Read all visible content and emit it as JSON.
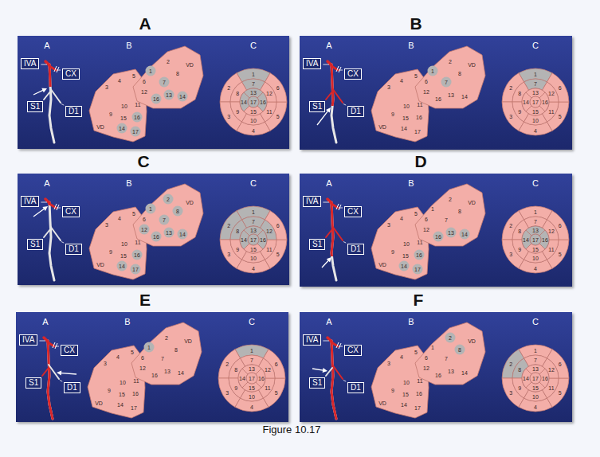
{
  "diagram": {
    "caption": "Figure 10.17",
    "nodes": [
      {
        "text": [
          "A"
        ]
      },
      {
        "text": [
          "IVA"
        ],
        "in": 0
      },
      {
        "text": [
          "CX"
        ],
        "in": 0
      },
      {
        "text": [
          "S1"
        ],
        "in": 0
      },
      {
        "text": [
          "D1"
        ],
        "in": 0
      },
      {
        "text": [
          "B"
        ]
      },
      {
        "text": [
          "IVA"
        ],
        "in": 5
      },
      {
        "text": [
          "CX"
        ],
        "in": 5
      },
      {
        "text": [
          "S1"
        ],
        "in": 5
      },
      {
        "text": [
          "D1"
        ],
        "in": 5
      },
      {
        "text": [
          "C"
        ]
      },
      {
        "text": [
          "IVA"
        ],
        "in": 10
      },
      {
        "text": [
          "CX"
        ],
        "in": 10
      },
      {
        "text": [
          "S1"
        ],
        "in": 10
      },
      {
        "text": [
          "D1"
        ],
        "in": 10
      },
      {
        "text": [
          "D"
        ]
      },
      {
        "text": [
          "IVA"
        ],
        "in": 15
      },
      {
        "text": [
          "CX"
        ],
        "in": 15
      },
      {
        "text": [
          "S1"
        ],
        "in": 15
      },
      {
        "text": [
          "D1"
        ],
        "in": 15
      },
      {
        "text": [
          "E"
        ]
      },
      {
        "text": [
          "IVA"
        ],
        "in": 20
      },
      {
        "text": [
          "CX"
        ],
        "in": 20
      },
      {
        "text": [
          "S1"
        ],
        "in": 20
      },
      {
        "text": [
          "D1"
        ],
        "in": 20
      },
      {
        "text": [
          "F"
        ]
      },
      {
        "text": [
          "IVA"
        ],
        "in": 25
      },
      {
        "text": [
          "CX"
        ],
        "in": 25
      },
      {
        "text": [
          "S1"
        ],
        "in": 25
      },
      {
        "text": [
          "D1"
        ],
        "in": 25
      }
    ],
    "labels": [
      "A",
      "B",
      "C",
      "2",
      "8",
      "VD",
      "1",
      "7",
      "6",
      "12",
      "13",
      "14",
      "16",
      "3",
      "4",
      "5",
      "10",
      "11",
      "9",
      "15",
      "16",
      "VD",
      "14",
      "17",
      "1",
      "2",
      "3",
      "4",
      "5",
      "6",
      "7",
      "8",
      "9",
      "10",
      "11",
      "12",
      "13",
      "14",
      "15",
      "16",
      "17",
      "A",
      "B",
      "C",
      "2",
      "8",
      "VD",
      "1",
      "7",
      "6",
      "12",
      "13",
      "14",
      "16",
      "3",
      "4",
      "5",
      "10",
      "11",
      "9",
      "15",
      "16",
      "VD",
      "14",
      "17",
      "1",
      "2",
      "3",
      "4",
      "5",
      "6",
      "7",
      "8",
      "9",
      "10",
      "11",
      "12",
      "13",
      "14",
      "15",
      "16",
      "17",
      "A",
      "B",
      "C",
      "2",
      "8",
      "VD",
      "1",
      "7",
      "6",
      "12",
      "13",
      "14",
      "16",
      "3",
      "4",
      "5",
      "10",
      "11",
      "9",
      "15",
      "16",
      "VD",
      "14",
      "17",
      "1",
      "2",
      "3",
      "4",
      "5",
      "6",
      "7",
      "8",
      "9",
      "10",
      "11",
      "12",
      "13",
      "14",
      "15",
      "16",
      "17",
      "A",
      "B",
      "C",
      "2",
      "8",
      "VD",
      "1",
      "7",
      "6",
      "12",
      "13",
      "14",
      "16",
      "3",
      "4",
      "5",
      "10",
      "11",
      "9",
      "15",
      "16",
      "VD",
      "14",
      "17",
      "1",
      "2",
      "3",
      "4",
      "5",
      "6",
      "7",
      "8",
      "9",
      "10",
      "11",
      "12",
      "13",
      "14",
      "15",
      "16",
      "17",
      "A",
      "B",
      "C",
      "2",
      "8",
      "VD",
      "1",
      "7",
      "6",
      "12",
      "13",
      "14",
      "16",
      "3",
      "4",
      "5",
      "10",
      "11",
      "9",
      "15",
      "16",
      "VD",
      "14",
      "17",
      "1",
      "2",
      "3",
      "4",
      "5",
      "6",
      "7",
      "8",
      "9",
      "10",
      "11",
      "12",
      "13",
      "14",
      "15",
      "16",
      "17",
      "A",
      "B",
      "C",
      "2",
      "8",
      "VD",
      "1",
      "7",
      "6",
      "12",
      "13",
      "14",
      "16",
      "3",
      "4",
      "5",
      "10",
      "11",
      "9",
      "15",
      "16",
      "VD",
      "14",
      "17",
      "1",
      "2",
      "3",
      "4",
      "5",
      "6",
      "7",
      "8",
      "9",
      "10",
      "11",
      "12",
      "13",
      "14",
      "15",
      "16",
      "17"
    ]
  }
}
